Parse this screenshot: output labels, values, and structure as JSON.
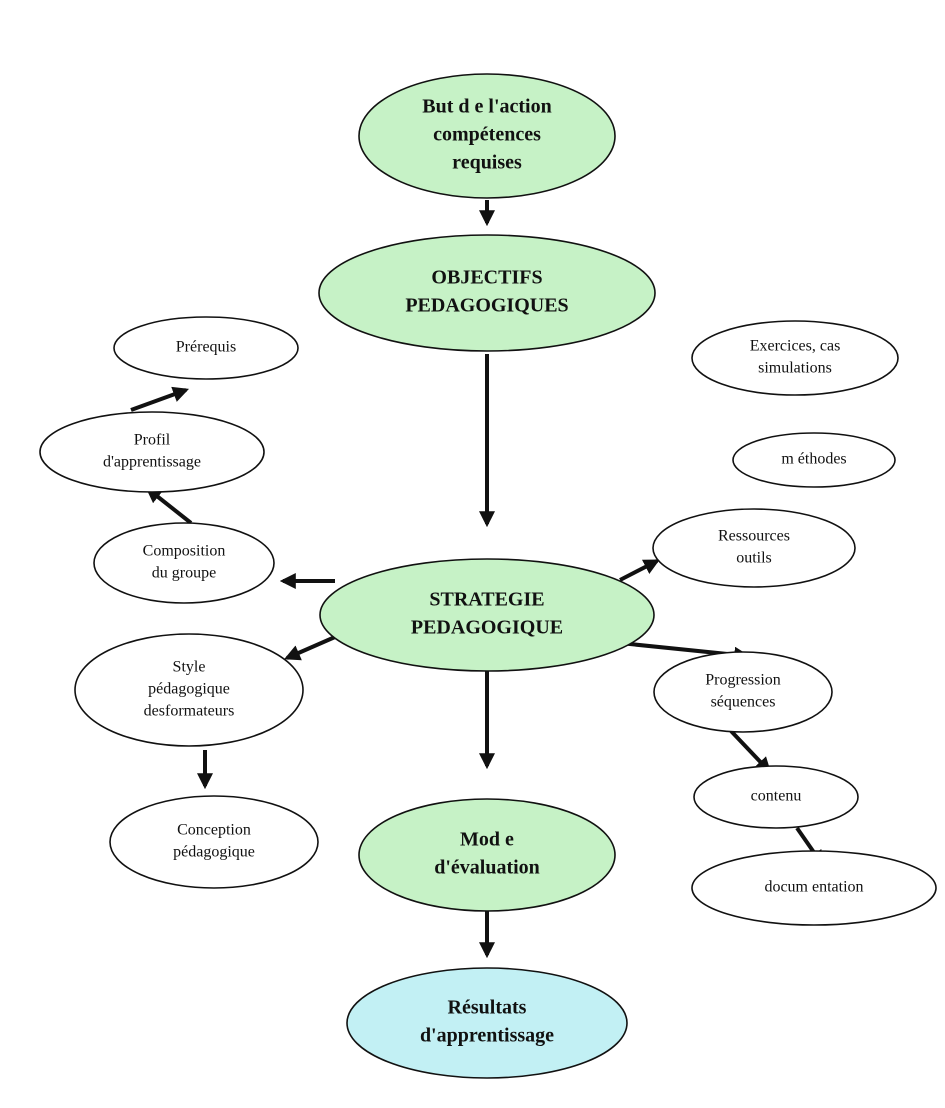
{
  "colors": {
    "green": "#c6f2c6",
    "blue": "#c2f0f4",
    "white": "#ffffff",
    "stroke": "#111111"
  },
  "nodes": {
    "but": {
      "lines": [
        "But d e l'action",
        "compétences",
        "requises"
      ],
      "fill": "green",
      "bold": true
    },
    "objectifs": {
      "lines": [
        "OBJECTIFS",
        "PEDAGOGIQUES"
      ],
      "fill": "green",
      "bold": true
    },
    "strategie": {
      "lines": [
        "STRATEGIE",
        "PEDAGOGIQUE"
      ],
      "fill": "green",
      "bold": true
    },
    "mode": {
      "lines": [
        "Mod e",
        "d'évaluation"
      ],
      "fill": "green",
      "bold": true
    },
    "resultats": {
      "lines": [
        "Résultats",
        "d'apprentissage"
      ],
      "fill": "blue",
      "bold": true
    },
    "prerequis": {
      "lines": [
        "Prérequis"
      ],
      "fill": "white",
      "bold": false
    },
    "profil": {
      "lines": [
        "Profil",
        "d'apprentissage"
      ],
      "fill": "white",
      "bold": false
    },
    "composition": {
      "lines": [
        "Composition",
        "du groupe"
      ],
      "fill": "white",
      "bold": false
    },
    "style": {
      "lines": [
        "Style",
        "pédagogique",
        "desformateurs"
      ],
      "fill": "white",
      "bold": false
    },
    "conception": {
      "lines": [
        "Conception",
        "pédagogique"
      ],
      "fill": "white",
      "bold": false
    },
    "exercices": {
      "lines": [
        "Exercices, cas",
        "simulations"
      ],
      "fill": "white",
      "bold": false
    },
    "methodes": {
      "lines": [
        "m éthodes"
      ],
      "fill": "white",
      "bold": false
    },
    "ressources": {
      "lines": [
        "Ressources",
        "outils"
      ],
      "fill": "white",
      "bold": false
    },
    "progression": {
      "lines": [
        "Progression",
        "séquences"
      ],
      "fill": "white",
      "bold": false
    },
    "contenu": {
      "lines": [
        "contenu"
      ],
      "fill": "white",
      "bold": false
    },
    "documentation": {
      "lines": [
        "docum entation"
      ],
      "fill": "white",
      "bold": false
    }
  },
  "edges": [
    {
      "from": "but",
      "to": "objectifs"
    },
    {
      "from": "objectifs",
      "to": "strategie"
    },
    {
      "from": "strategie",
      "to": "mode"
    },
    {
      "from": "mode",
      "to": "resultats"
    },
    {
      "from": "strategie",
      "to": "composition"
    },
    {
      "from": "composition",
      "to": "profil"
    },
    {
      "from": "profil",
      "to": "prerequis"
    },
    {
      "from": "strategie",
      "to": "style"
    },
    {
      "from": "style",
      "to": "conception"
    },
    {
      "from": "strategie",
      "to": "ressources"
    },
    {
      "from": "strategie",
      "to": "progression"
    },
    {
      "from": "progression",
      "to": "contenu"
    },
    {
      "from": "contenu",
      "to": "documentation"
    }
  ]
}
